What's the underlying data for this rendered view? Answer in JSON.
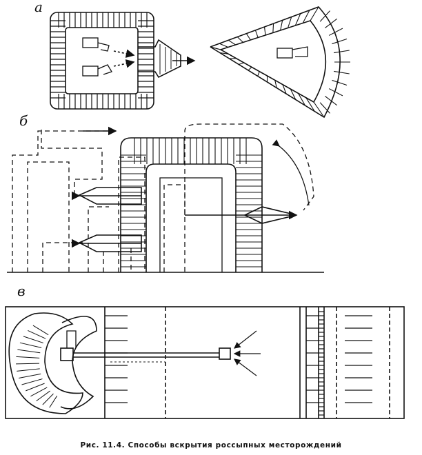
{
  "figure": {
    "panels": [
      {
        "label": "а"
      },
      {
        "label": "б"
      },
      {
        "label": "в"
      }
    ],
    "caption": "Рис. 11.4. Способы вскрытия россыпных месторождений"
  },
  "colors": {
    "ink": "#111111",
    "paper": "#ffffff"
  }
}
